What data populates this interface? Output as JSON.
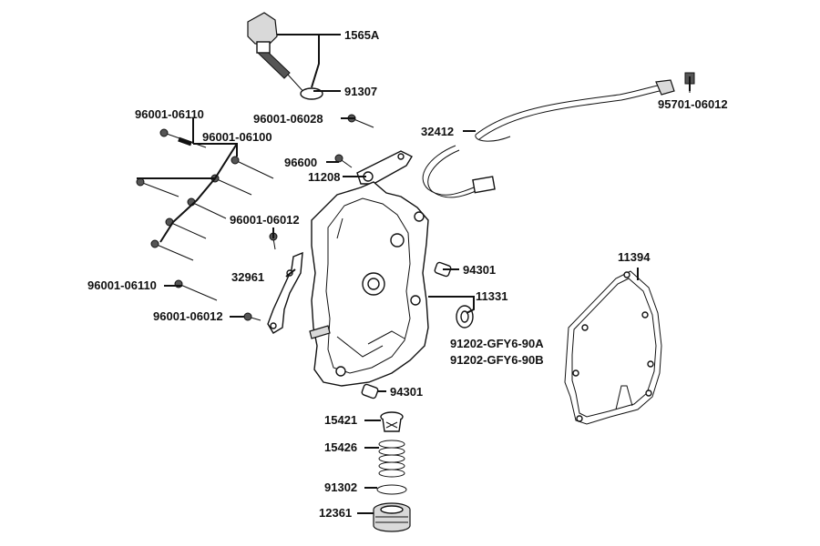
{
  "callouts": {
    "p1565a": "1565A",
    "p91307": "91307",
    "p95701_06012": "95701-06012",
    "p96001_06110_top": "96001-06110",
    "p96001_06028": "96001-06028",
    "p32412": "32412",
    "p96001_06100": "96001-06100",
    "p96600": "96600",
    "p11208": "11208",
    "p96001_06012_a": "96001-06012",
    "p11394": "11394",
    "p32961": "32961",
    "p94301_a": "94301",
    "p96001_06110_mid": "96001-06110",
    "p11331": "11331",
    "p96001_06012_b": "96001-06012",
    "p91202_a": "91202-GFY6-90A",
    "p91202_b": "91202-GFY6-90B",
    "p94301_b": "94301",
    "p15421": "15421",
    "p15426": "15426",
    "p91302": "91302",
    "p12361": "12361"
  }
}
